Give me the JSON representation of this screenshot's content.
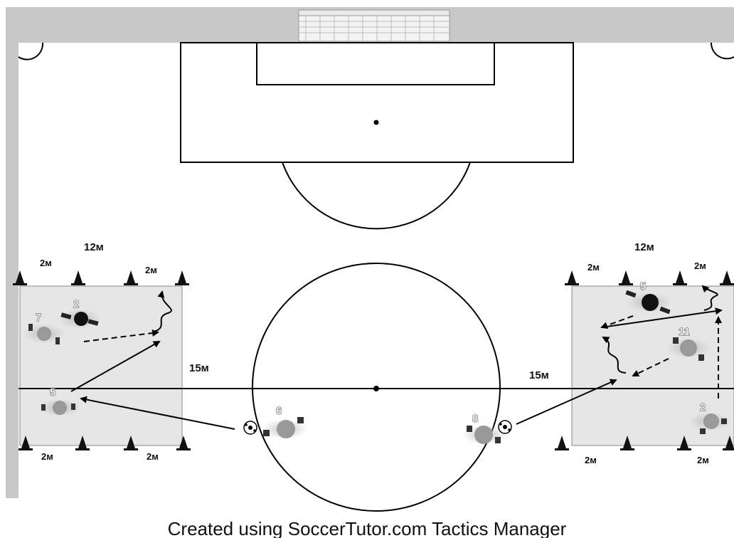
{
  "drill": {
    "left_zone": {
      "width_label": "12м",
      "height_label": "15м",
      "top_gap_labels": [
        "2м",
        "2м"
      ],
      "bottom_gap_labels": [
        "2м",
        "2м"
      ]
    },
    "right_zone": {
      "width_label": "12м",
      "height_label": "15м",
      "top_gap_labels": [
        "2м",
        "2м"
      ],
      "bottom_gap_labels": [
        "2м",
        "2м"
      ]
    }
  },
  "players": {
    "left_defender": "2",
    "left_a": "7",
    "left_b": "5",
    "center_left": "6",
    "center_right": "8",
    "right_defender": "5",
    "right_a": "11",
    "right_b": "2"
  },
  "footer": {
    "text": "Created using SoccerTutor.com Tactics Manager"
  },
  "colors": {
    "border": "#c8c8c8",
    "zone": "#e6e6e6",
    "player_grey": "#999999",
    "defender": "#111111",
    "line": "#000000"
  }
}
